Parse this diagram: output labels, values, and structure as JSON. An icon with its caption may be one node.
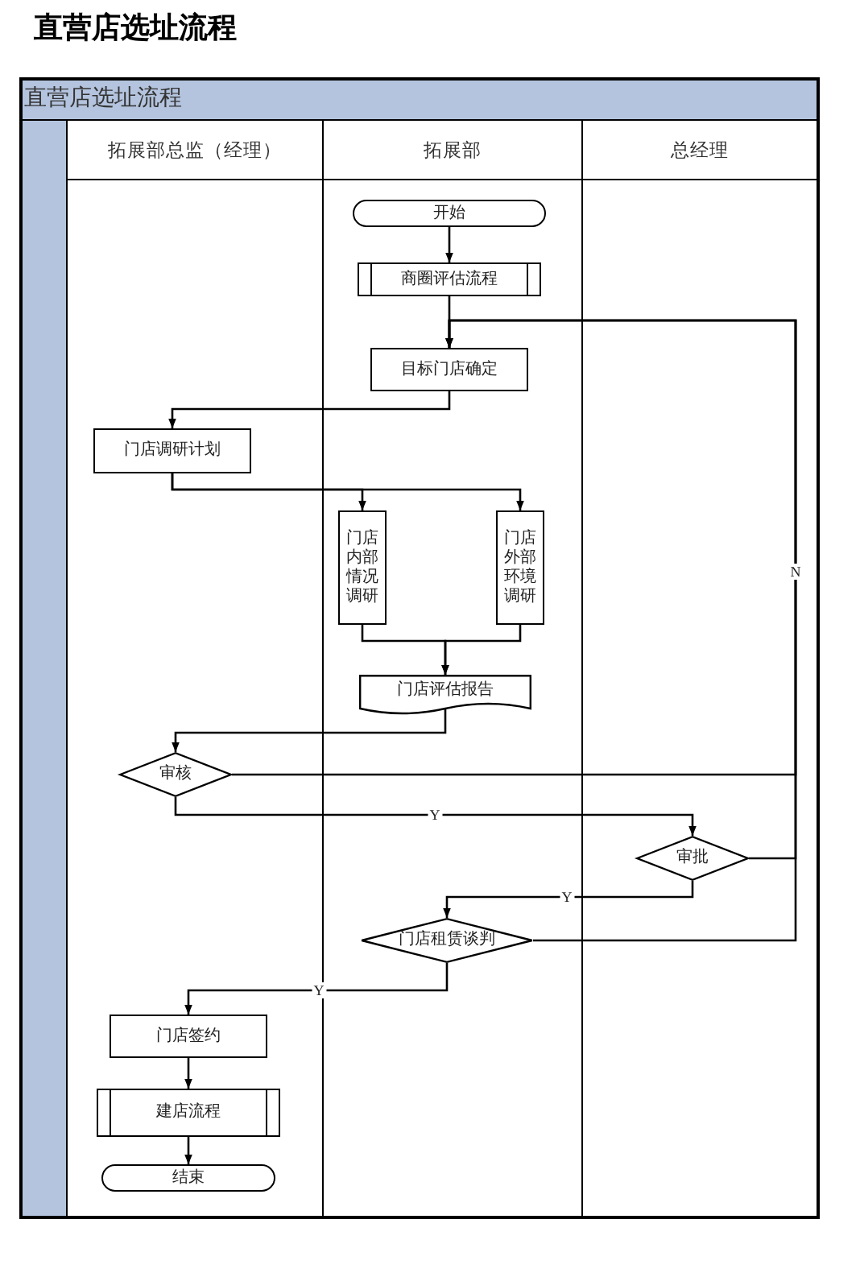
{
  "diagram": {
    "title": "直营店选址流程",
    "nodes": [
      {
        "text": [
          "直营店选址流程"
        ]
      },
      {
        "text": [
          "拓展部总监（经理）"
        ],
        "in": 0
      },
      {
        "text": [
          "拓展部"
        ],
        "in": 0
      },
      {
        "text": [
          "总经理"
        ],
        "in": 0
      },
      {
        "text": [
          "开始"
        ],
        "in": 2
      },
      {
        "text": [
          "商圈评估流程"
        ],
        "in": 2
      },
      {
        "text": [
          "目标门店确定"
        ],
        "in": 2
      },
      {
        "text": [
          "门店调研计划"
        ],
        "in": 1
      },
      {
        "text": [
          "门店内部情况调研"
        ],
        "in": 2
      },
      {
        "text": [
          "门店外部环境调研"
        ],
        "in": 2
      },
      {
        "text": [
          "门店评估报告"
        ],
        "in": 2
      },
      {
        "text": [
          "审核"
        ],
        "in": 1
      },
      {
        "text": [
          "审批"
        ],
        "in": 3
      },
      {
        "text": [
          "门店租赁谈判"
        ],
        "in": 2
      },
      {
        "text": [
          "门店签约"
        ],
        "in": 1
      },
      {
        "text": [
          "建店流程"
        ],
        "in": 1
      },
      {
        "text": [
          "结束"
        ],
        "in": 1
      }
    ],
    "edges": [
      {
        "from": 4,
        "to": 5,
        "arrow": "to"
      },
      {
        "from": 5,
        "to": 6,
        "arrow": "to"
      },
      {
        "from": 6,
        "to": 7,
        "arrow": "to"
      },
      {
        "from": 7,
        "to": 8,
        "arrow": "to"
      },
      {
        "from": 7,
        "to": 9,
        "arrow": "to"
      },
      {
        "from": 8,
        "to": 10,
        "arrow": "to"
      },
      {
        "from": 9,
        "to": 10,
        "arrow": "to"
      },
      {
        "from": 10,
        "to": 11,
        "arrow": "to"
      },
      {
        "from": 11,
        "to": 12,
        "arrow": "to",
        "label": "Y"
      },
      {
        "from": 11,
        "to": 6,
        "arrow": "to",
        "label": "N"
      },
      {
        "from": 12,
        "to": 13,
        "arrow": "to",
        "label": "Y"
      },
      {
        "from": 12,
        "to": 6,
        "arrow": "to"
      },
      {
        "from": 13,
        "to": 14,
        "arrow": "to",
        "label": "Y"
      },
      {
        "from": 13,
        "to": 6,
        "arrow": "to"
      },
      {
        "from": 14,
        "to": 15,
        "arrow": "to"
      },
      {
        "from": 15,
        "to": 16,
        "arrow": "to"
      }
    ]
  }
}
